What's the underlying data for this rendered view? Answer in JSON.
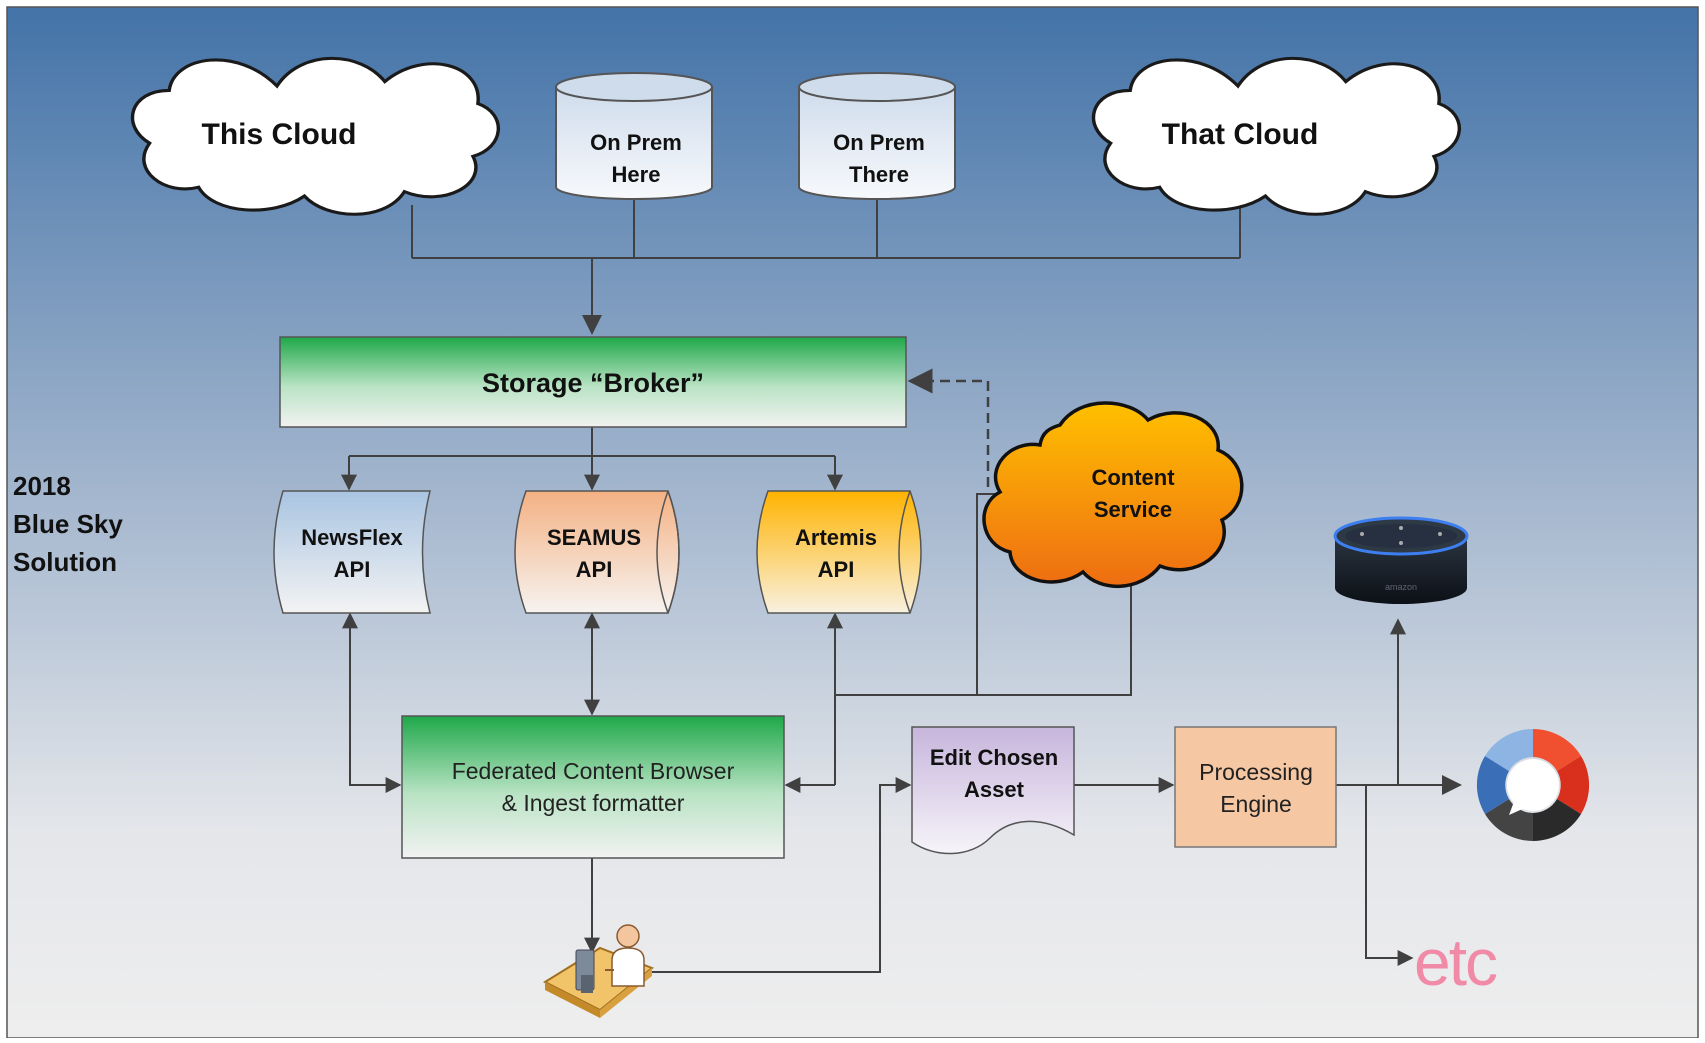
{
  "title_block": {
    "line1": "2018",
    "line2": "Blue Sky",
    "line3": "Solution"
  },
  "sources": {
    "this_cloud": "This Cloud",
    "on_prem_here": {
      "line1": "On Prem",
      "line2": "Here"
    },
    "on_prem_there": {
      "line1": "On Prem",
      "line2": "There"
    },
    "that_cloud": "That Cloud"
  },
  "broker": "Storage “Broker”",
  "apis": {
    "newsflex": {
      "line1": "NewsFlex",
      "line2": "API"
    },
    "seamus": {
      "line1": "SEAMUS",
      "line2": "API"
    },
    "artemis": {
      "line1": "Artemis",
      "line2": "API"
    }
  },
  "content_service": {
    "line1": "Content",
    "line2": "Service"
  },
  "browser": {
    "line1": "Federated Content Browser",
    "line2": "& Ingest formatter"
  },
  "edit_asset": {
    "line1": "Edit Chosen",
    "line2": "Asset"
  },
  "engine": {
    "line1": "Processing",
    "line2": "Engine"
  },
  "outputs": {
    "smart_speaker_brand": "amazon",
    "etc": "etc"
  },
  "icons": [
    "cloud-icon",
    "database-icon",
    "user-at-computer-icon",
    "smart-speaker-icon",
    "ring-logo-icon"
  ],
  "colors": {
    "background_top": "#4472a8",
    "background_bottom": "#ececec",
    "broker_green": "#1faa4a",
    "newsflex_fill": "#a8c4e0",
    "seamus_fill": "#f4b183",
    "artemis_fill": "#ffc000",
    "content_service_top": "#ffc000",
    "content_service_bottom": "#f07010",
    "edit_asset_fill": "#c9b8dc",
    "engine_fill": "#f6c6a0",
    "etc_pink": "#f08aa6",
    "connector": "#404040"
  }
}
